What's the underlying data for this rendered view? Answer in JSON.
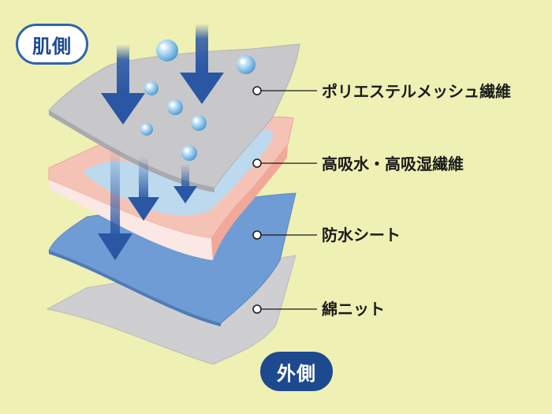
{
  "badges": {
    "skin_side": "肌側",
    "outer_side": "外側"
  },
  "layers": [
    {
      "label": "ポリエステルメッシュ繊維",
      "color": "#c8c8cb"
    },
    {
      "label": "高吸水・高吸湿繊維",
      "color": "#f5c3b6"
    },
    {
      "label": "防水シート",
      "color": "#6f9cd4"
    },
    {
      "label": "綿ニット",
      "color": "#cfcfd2"
    }
  ],
  "colors": {
    "background": "#eef0b4",
    "arrow": "#2957a4",
    "absorbed_water": "#bcd9ee",
    "droplet": "#8ec6ea"
  },
  "icons": [
    "down-arrow-icon",
    "water-droplet-icon"
  ]
}
